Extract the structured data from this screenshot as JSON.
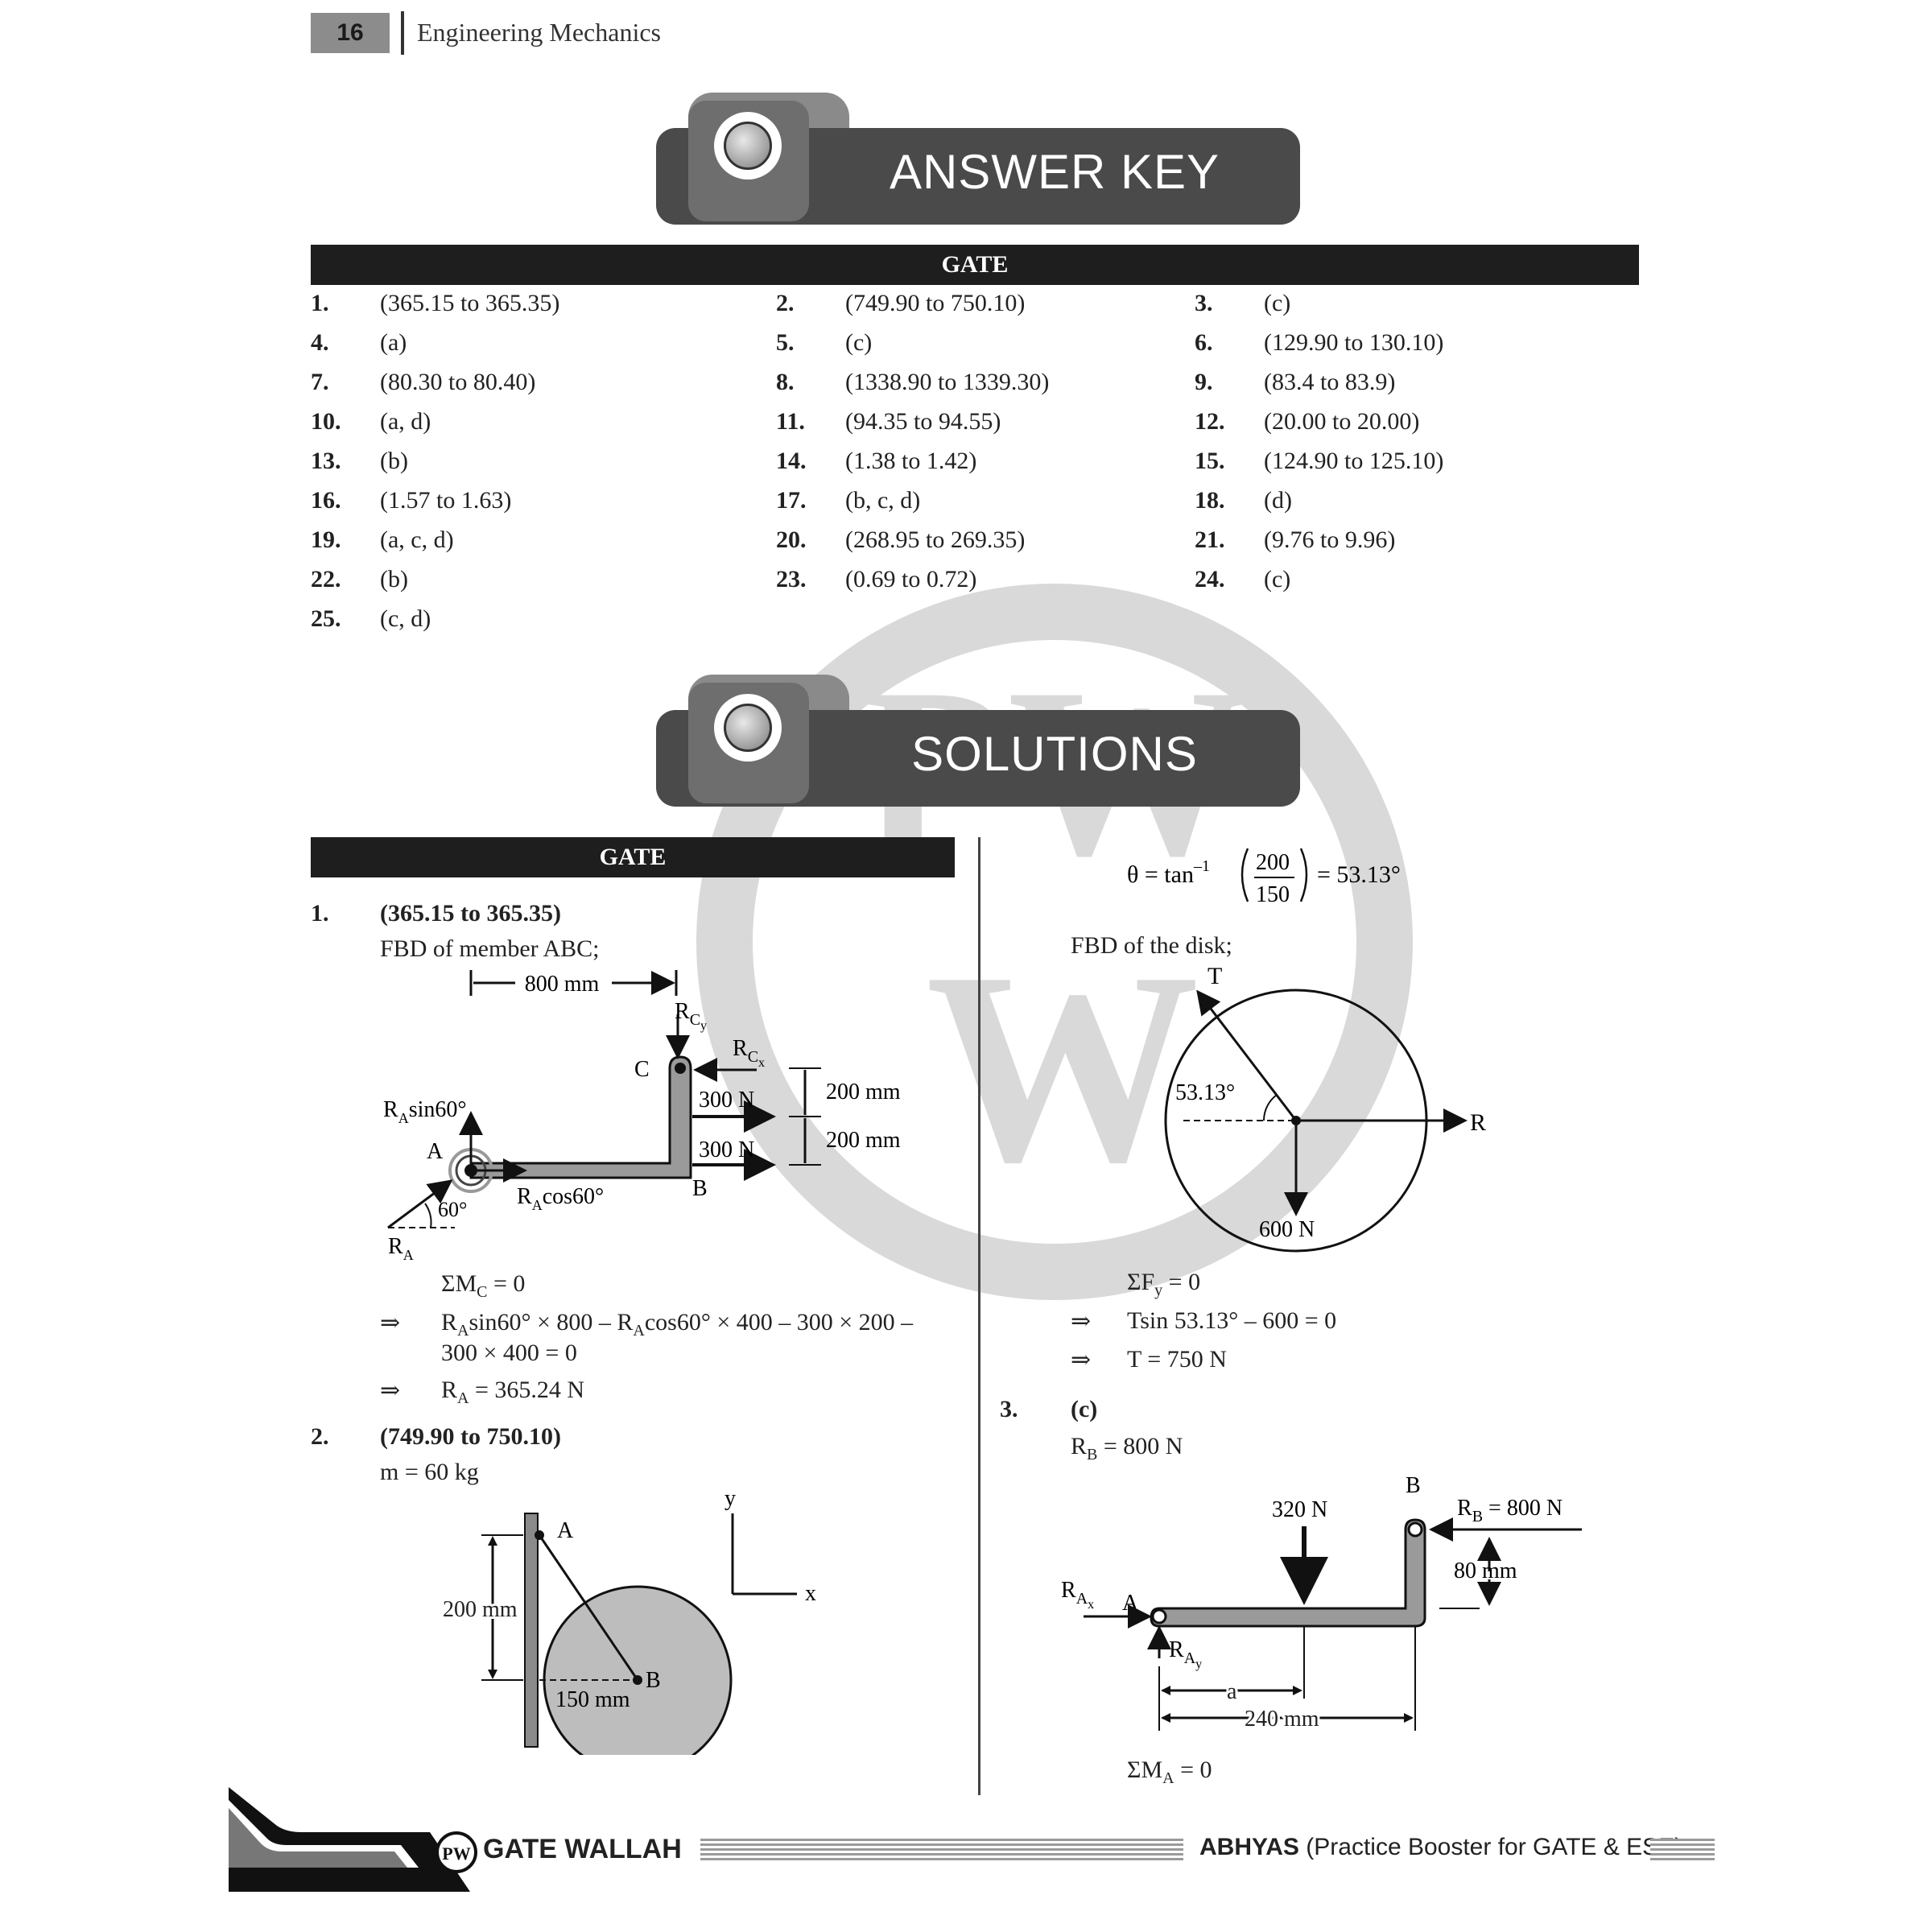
{
  "header": {
    "page_number": "16",
    "book_title": "Engineering Mechanics"
  },
  "banners": {
    "answer_key": "ANSWER KEY",
    "solutions": "SOLUTIONS"
  },
  "answer_key": {
    "section_label": "GATE",
    "items": [
      {
        "n": "1.",
        "a": "(365.15 to 365.35)"
      },
      {
        "n": "2.",
        "a": "(749.90 to 750.10)"
      },
      {
        "n": "3.",
        "a": "(c)"
      },
      {
        "n": "4.",
        "a": "(a)"
      },
      {
        "n": "5.",
        "a": "(c)"
      },
      {
        "n": "6.",
        "a": "(129.90 to 130.10)"
      },
      {
        "n": "7.",
        "a": "(80.30 to 80.40)"
      },
      {
        "n": "8.",
        "a": "(1338.90 to 1339.30)"
      },
      {
        "n": "9.",
        "a": "(83.4 to 83.9)"
      },
      {
        "n": "10.",
        "a": "(a, d)"
      },
      {
        "n": "11.",
        "a": "(94.35 to 94.55)"
      },
      {
        "n": "12.",
        "a": "(20.00 to 20.00)"
      },
      {
        "n": "13.",
        "a": "(b)"
      },
      {
        "n": "14.",
        "a": "(1.38 to 1.42)"
      },
      {
        "n": "15.",
        "a": "(124.90 to 125.10)"
      },
      {
        "n": "16.",
        "a": "(1.57 to 1.63)"
      },
      {
        "n": "17.",
        "a": "(b, c, d)"
      },
      {
        "n": "18.",
        "a": "(d)"
      },
      {
        "n": "19.",
        "a": "(a, c, d)"
      },
      {
        "n": "20.",
        "a": "(268.95 to 269.35)"
      },
      {
        "n": "21.",
        "a": "(9.76 to 9.96)"
      },
      {
        "n": "22.",
        "a": "(b)"
      },
      {
        "n": "23.",
        "a": "(0.69 to 0.72)"
      },
      {
        "n": "24.",
        "a": "(c)"
      },
      {
        "n": "25.",
        "a": "(c, d)"
      }
    ]
  },
  "solutions": {
    "section_label": "GATE",
    "q1": {
      "num": "1.",
      "answer": "(365.15 to 365.35)",
      "intro": "FBD of member ABC;",
      "fig": {
        "dim_800": "800 mm",
        "dim_200a": "200 mm",
        "dim_200b": "200 mm",
        "f_300a": "300 N",
        "f_300b": "300 N",
        "lbl_C": "C",
        "lbl_A": "A",
        "lbl_B": "B",
        "rcy": "R",
        "rcy_sub": "C",
        "rcy_sub2": "y",
        "rcx": "R",
        "rcx_sub": "C",
        "rcx_sub2": "x",
        "rasin": "sin60°",
        "racos": "cos60°",
        "ra": "R",
        "ra_sub": "A",
        "angle": "60°"
      },
      "eq1": "ΣM",
      "eq1_sub": "C",
      "eq1_rest": " = 0",
      "arrow": "⇒",
      "eq2a": "R",
      "eq2a_sub": "A",
      "eq2b": "sin60° × 800 – R",
      "eq2b_sub": "A",
      "eq2c": "cos60° × 400 – 300 × 200 –",
      "eq2_line2": "300 × 400 = 0",
      "eq3a": "R",
      "eq3a_sub": "A",
      "eq3b": " = 365.24 N"
    },
    "q2": {
      "num": "2.",
      "answer": "(749.90 to 750.10)",
      "mass": "m = 60 kg",
      "fig": {
        "lbl_A": "A",
        "lbl_B": "B",
        "dim_200": "200 mm",
        "dim_150": "150 mm",
        "axis_y": "y",
        "axis_x": "x"
      },
      "theta": "θ = tan",
      "theta_sup": "–1",
      "num_frac": "200",
      "den_frac": "150",
      "theta_result": "= 53.13°",
      "fbd_disk": "FBD of the disk;",
      "disk": {
        "T": "T",
        "R": "R",
        "angle": "53.13°",
        "weight": "600 N"
      },
      "eq1": "ΣF",
      "eq1_sub": "y",
      "eq1_rest": " = 0",
      "eq2": "Tsin 53.13° – 600 = 0",
      "eq3": "T = 750 N"
    },
    "q3": {
      "num": "3.",
      "answer": "(c)",
      "rb_line": "R",
      "rb_sub": "B",
      "rb_rest": " = 800 N",
      "fig": {
        "lbl_B": "B",
        "lbl_A": "A",
        "load": "320 N",
        "rb_label": "R",
        "rb_label_sub": "B",
        "rb_label_rest": " = 800 N",
        "dim_80": "80 mm",
        "rax": "R",
        "rax_sub": "A",
        "rax_sub2": "x",
        "ray": "R",
        "ray_sub": "A",
        "ray_sub2": "y",
        "dim_a": "a",
        "dim_240": "240 mm"
      },
      "eq1": "ΣM",
      "eq1_sub": "A",
      "eq1_rest": " = 0"
    }
  },
  "watermark": {
    "letters": "PW"
  },
  "footer": {
    "brand_logo_letters": "PW",
    "brand": "GATE WALLAH",
    "tag_bold": "ABHYAS",
    "tag_rest": " (Practice Booster for GATE & ESE)"
  }
}
